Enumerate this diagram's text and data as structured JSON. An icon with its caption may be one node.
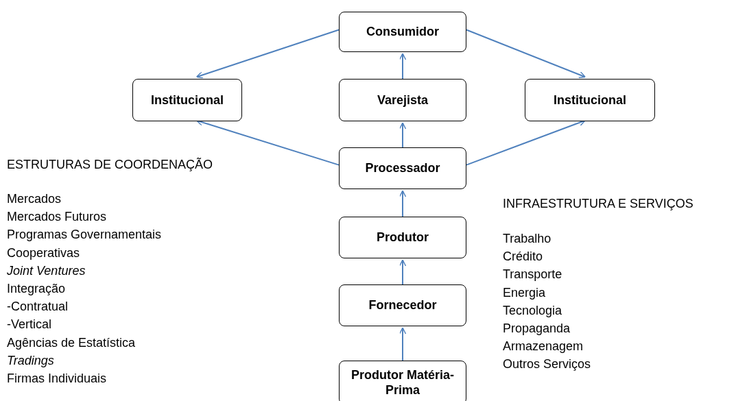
{
  "diagram": {
    "nodes": [
      {
        "text": [
          "Consumidor"
        ]
      },
      {
        "text": [
          "Institucional"
        ]
      },
      {
        "text": [
          "Varejista"
        ]
      },
      {
        "text": [
          "Institucional"
        ]
      },
      {
        "text": [
          "Processador"
        ]
      },
      {
        "text": [
          "Produtor"
        ]
      },
      {
        "text": [
          "Fornecedor"
        ]
      },
      {
        "text": [
          "Produtor Matéria-Prima"
        ]
      }
    ],
    "edges": [
      {
        "from": 0,
        "to": 1,
        "arrow": "to"
      },
      {
        "from": 0,
        "to": 3,
        "arrow": "to"
      },
      {
        "from": 2,
        "to": 0,
        "arrow": "to"
      },
      {
        "from": 4,
        "to": 1,
        "arrow": "to"
      },
      {
        "from": 4,
        "to": 2,
        "arrow": "to"
      },
      {
        "from": 4,
        "to": 3,
        "arrow": "to"
      },
      {
        "from": 5,
        "to": 4,
        "arrow": "to"
      },
      {
        "from": 6,
        "to": 5,
        "arrow": "to"
      },
      {
        "from": 7,
        "to": 6,
        "arrow": "to"
      }
    ],
    "labels": [
      "ESTRUTURAS DE COORDENAÇÃO",
      "Mercados",
      "Mercados Futuros",
      "Programas Governamentais",
      "Cooperativas",
      "Joint Ventures",
      "Integração",
      "-Contratual",
      "-Vertical",
      "Agências de Estatística",
      "Tradings",
      "Firmas Individuais",
      "INFRAESTRUTURA E SERVIÇOS",
      "Trabalho",
      "Crédito",
      "Transporte",
      "Energia",
      "Tecnologia",
      "Propaganda",
      "Armazenagem",
      "Outros Serviços"
    ]
  }
}
